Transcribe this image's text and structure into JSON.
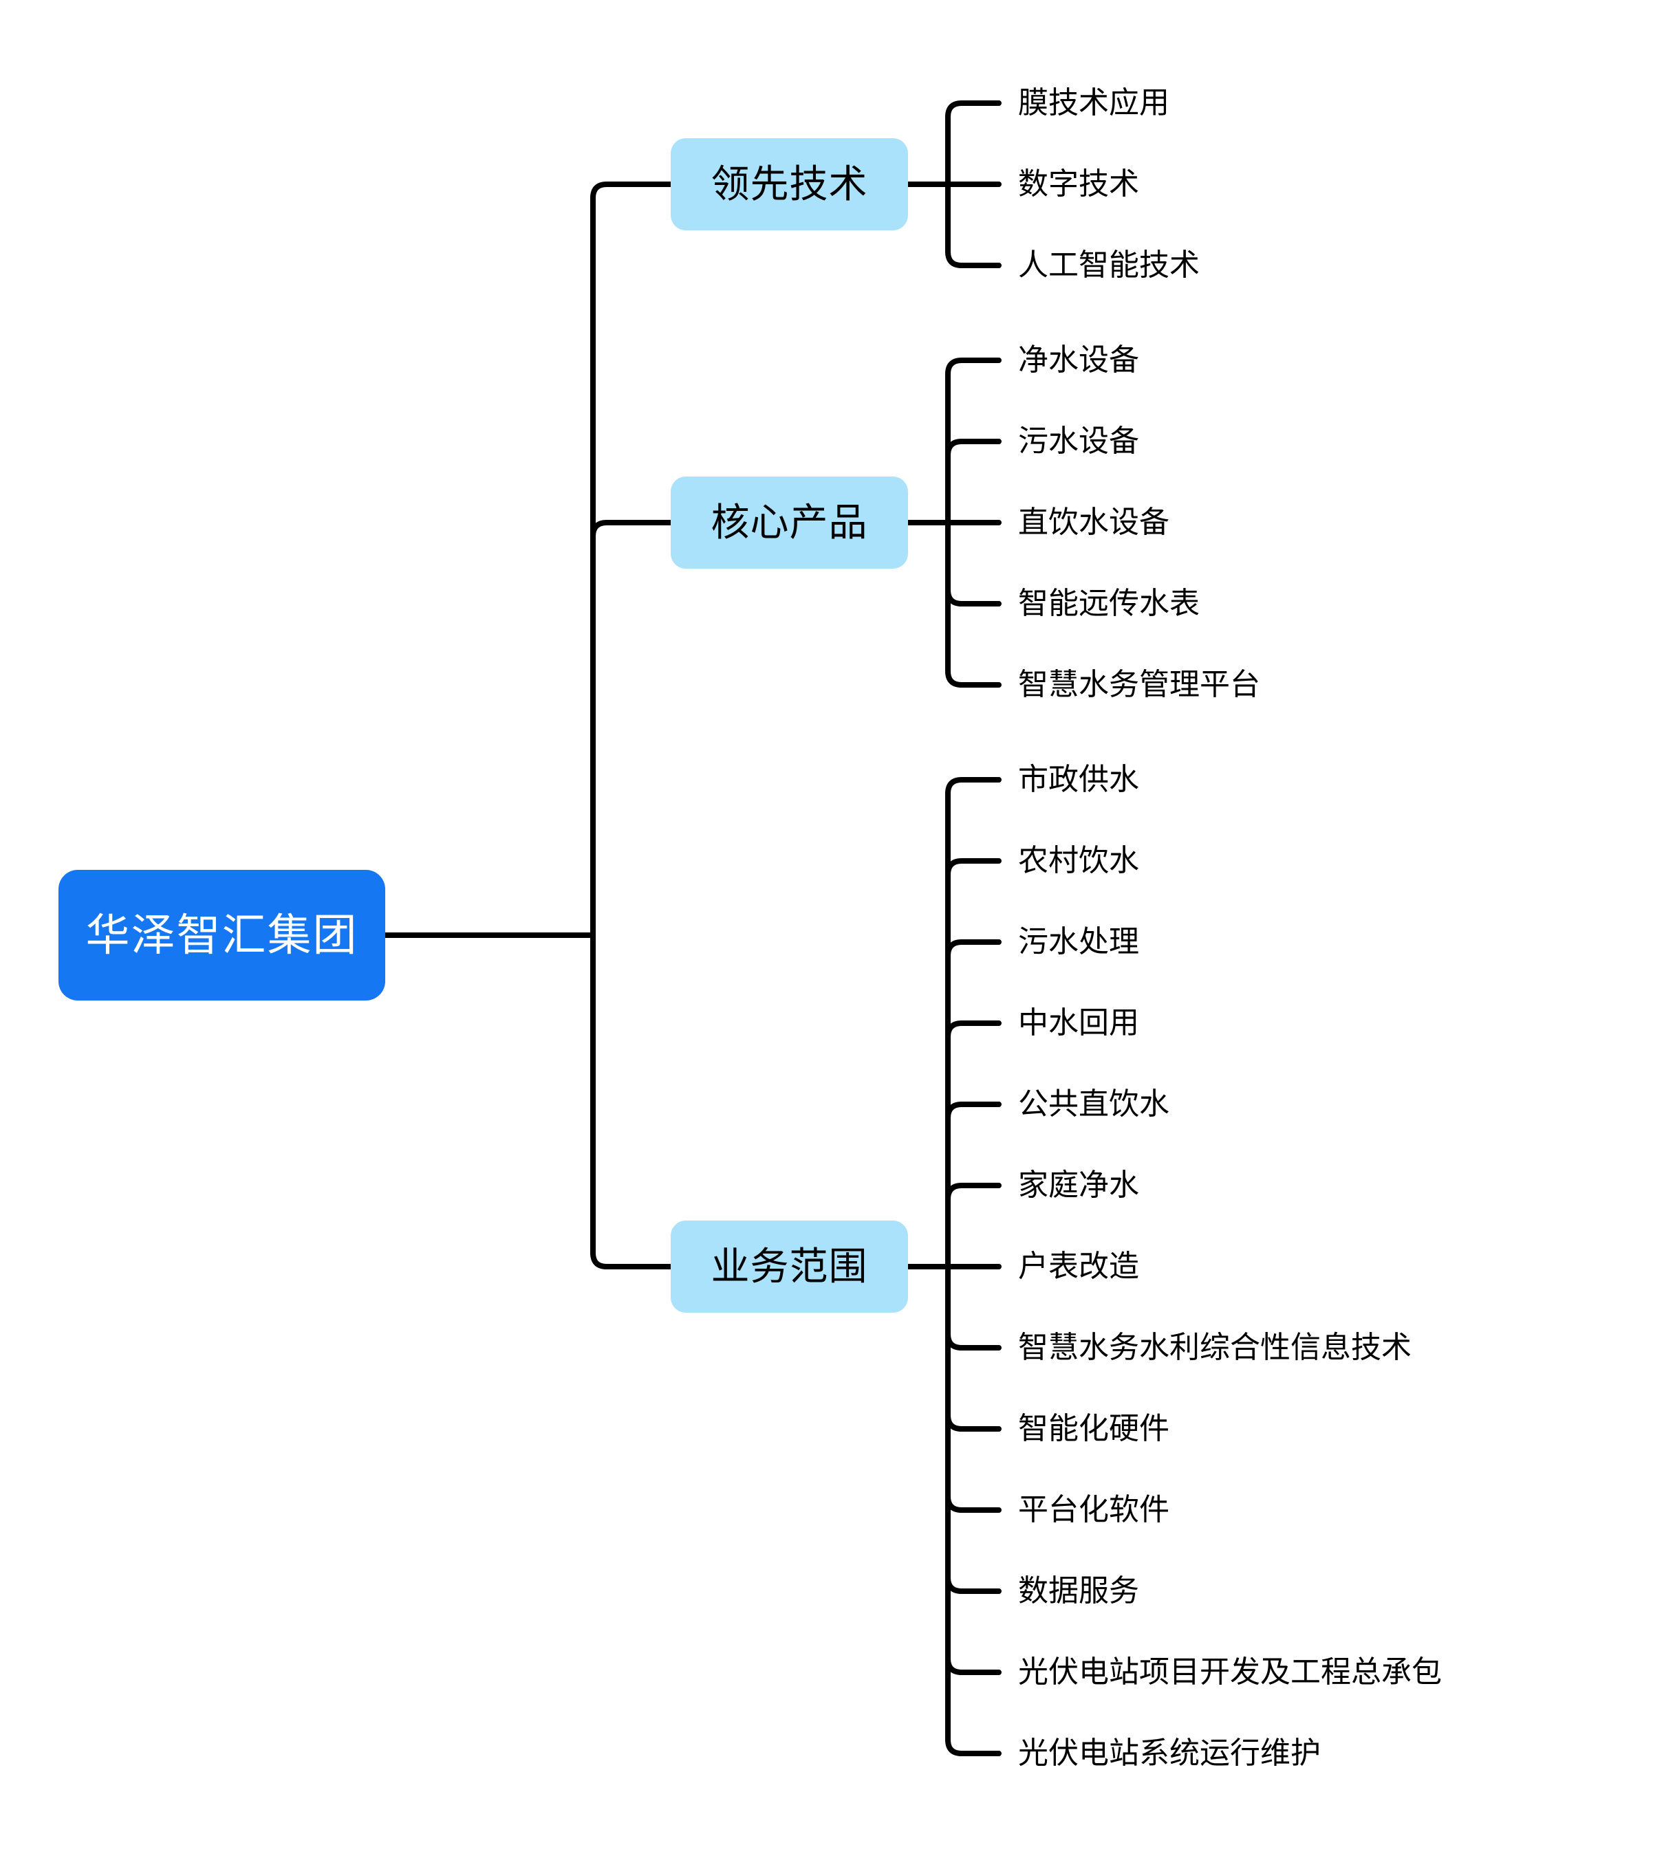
{
  "mindmap": {
    "root": {
      "label": "华泽智汇集团"
    },
    "branches": [
      {
        "label": "领先技术",
        "children": [
          "膜技术应用",
          "数字技术",
          "人工智能技术"
        ]
      },
      {
        "label": "核心产品",
        "children": [
          "净水设备",
          "污水设备",
          "直饮水设备",
          "智能远传水表",
          "智慧水务管理平台"
        ]
      },
      {
        "label": "业务范围",
        "children": [
          "市政供水",
          "农村饮水",
          "污水处理",
          "中水回用",
          "公共直饮水",
          "家庭净水",
          "户表改造",
          "智慧水务水利综合性信息技术",
          "智能化硬件",
          "平台化软件",
          "数据服务",
          "光伏电站项目开发及工程总承包",
          "光伏电站系统运行维护"
        ]
      }
    ]
  },
  "colors": {
    "canvas_bg": "#FFFFFF",
    "root_bg": "#1677F2",
    "root_text": "#FFFFFF",
    "branch_bg": "#A9E2FA",
    "branch_text": "#000000",
    "child_text": "#000000",
    "line": "#000000"
  }
}
